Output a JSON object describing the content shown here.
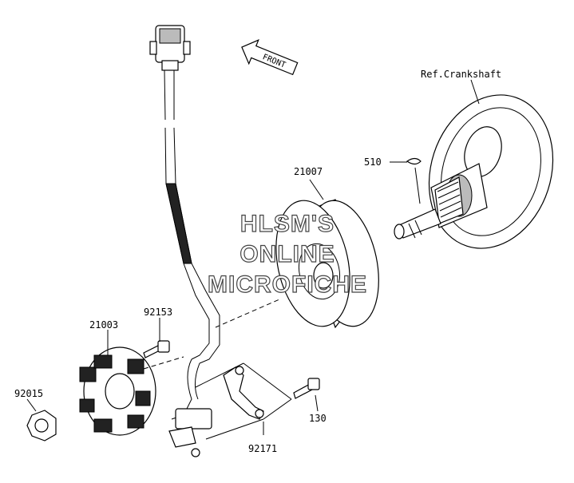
{
  "labels": {
    "ref_crankshaft": "Ref.Crankshaft",
    "part_510": "510",
    "part_21007": "21007",
    "part_92153": "92153",
    "part_21003": "21003",
    "part_92015": "92015",
    "part_130": "130",
    "part_92171": "92171",
    "front_arrow": "FRONT"
  },
  "watermark": {
    "line1": "HLSM'S",
    "line2": "ONLINE",
    "line3": "MICROFICHE"
  }
}
